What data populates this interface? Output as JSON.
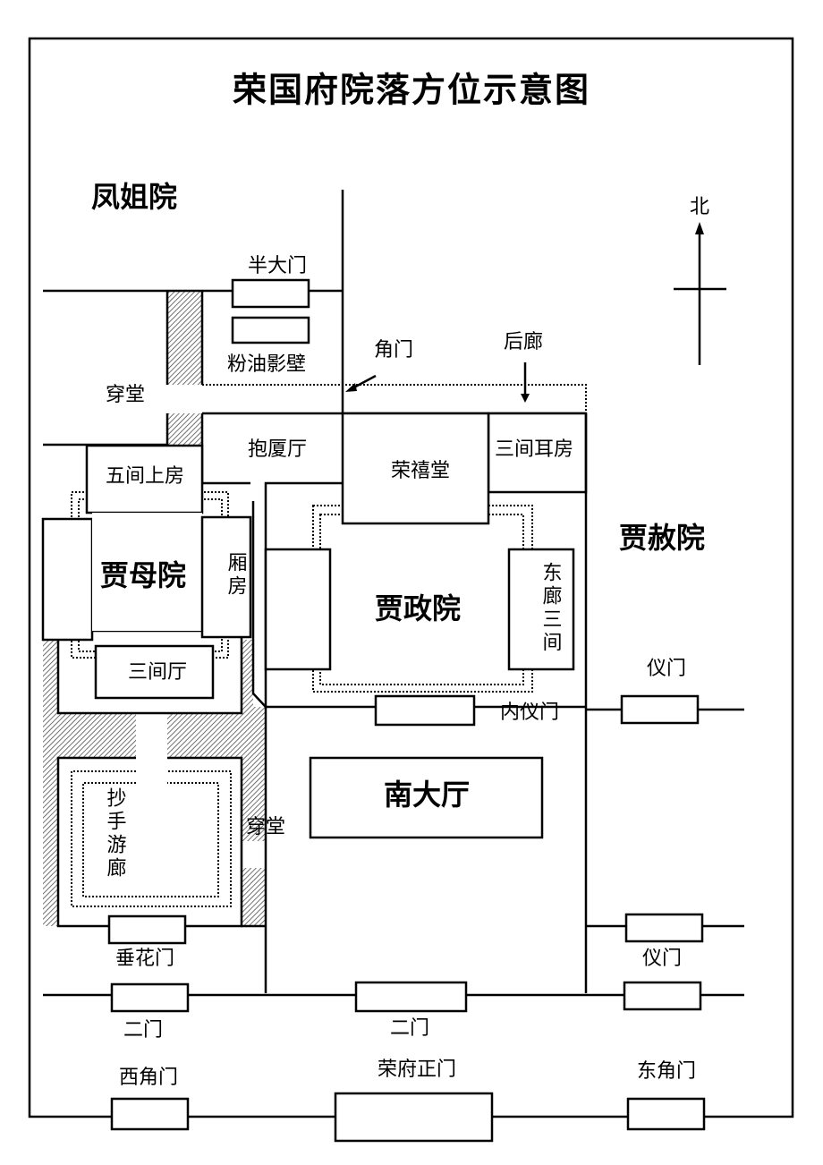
{
  "title": "荣国府院落方位示意图",
  "compass": {
    "north": "北"
  },
  "courtyards": {
    "fengjie": "凤姐院",
    "jiamu": "贾母院",
    "jiazheng": "贾政院",
    "jiashe": "贾赦院"
  },
  "buildings": {
    "banda_men": "半大门",
    "yingbi": "粉油影壁",
    "chuantang_top": "穿堂",
    "jiaomen": "角门",
    "houlang": "后廊",
    "baosha_ting": "抱厦厅",
    "rongxi_tang": "荣禧堂",
    "sanjian_erfang": "三间耳房",
    "wujian_shangfang": "五间上房",
    "xiangfang": "厢房",
    "sanjian_ting": "三间厅",
    "donglang_sanjian": "东廊三间",
    "nei_yimen": "内仪门",
    "yimen_upper": "仪门",
    "nan_dating": "南大厅",
    "chuantang_mid": "穿堂",
    "chaoshou_youlang": "抄手游廊",
    "chuihua_men": "垂花门",
    "yimen_lower": "仪门",
    "ermen_left": "二门",
    "ermen_center": "二门",
    "xi_jiaomen": "西角门",
    "rongfu_zhengmen": "荣府正门",
    "dong_jiaomen": "东角门"
  }
}
